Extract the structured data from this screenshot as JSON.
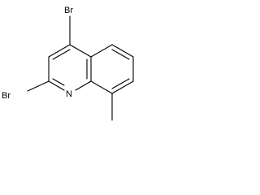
{
  "molecule": {
    "atoms": {
      "br_top": "Br",
      "br_left": "Br",
      "nitrogen": "N"
    }
  },
  "colors": {
    "bond": "#000000",
    "background": "#ffffff"
  }
}
